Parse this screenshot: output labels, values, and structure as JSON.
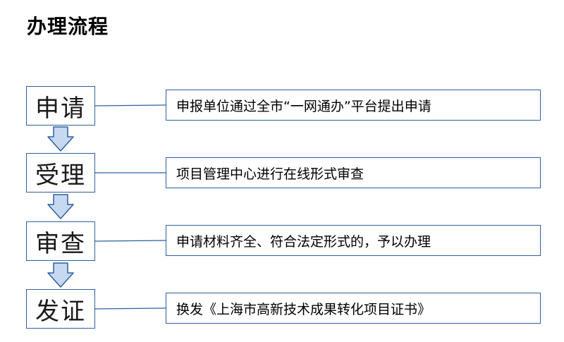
{
  "title": "办理流程",
  "steps": [
    {
      "label": "申请",
      "description": "申报单位通过全市“一网通办”平台提出申请"
    },
    {
      "label": "受理",
      "description": "项目管理中心进行在线形式审查"
    },
    {
      "label": "审查",
      "description": "申请材料齐全、符合法定形式的，予以办理"
    },
    {
      "label": "发证",
      "description": "换发《上海市高新技术成果转化项目证书》"
    }
  ],
  "colors": {
    "border": "#2e5f9e",
    "arrow_fill": "#c6d9f1",
    "arrow_stroke": "#2e5f9e"
  }
}
